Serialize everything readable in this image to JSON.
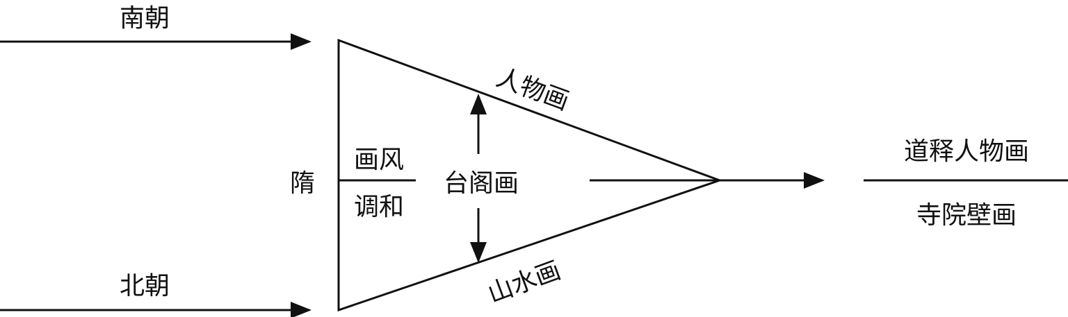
{
  "labels": {
    "southern_dynasty": "南朝",
    "northern_dynasty": "北朝",
    "sui": "隋",
    "style_top": "画风",
    "style_bottom": "调和",
    "court_painting": "台阁画",
    "figure_painting": "人物画",
    "landscape_painting": "山水画",
    "result_top": "道释人物画",
    "result_bottom": "寺院壁画"
  }
}
